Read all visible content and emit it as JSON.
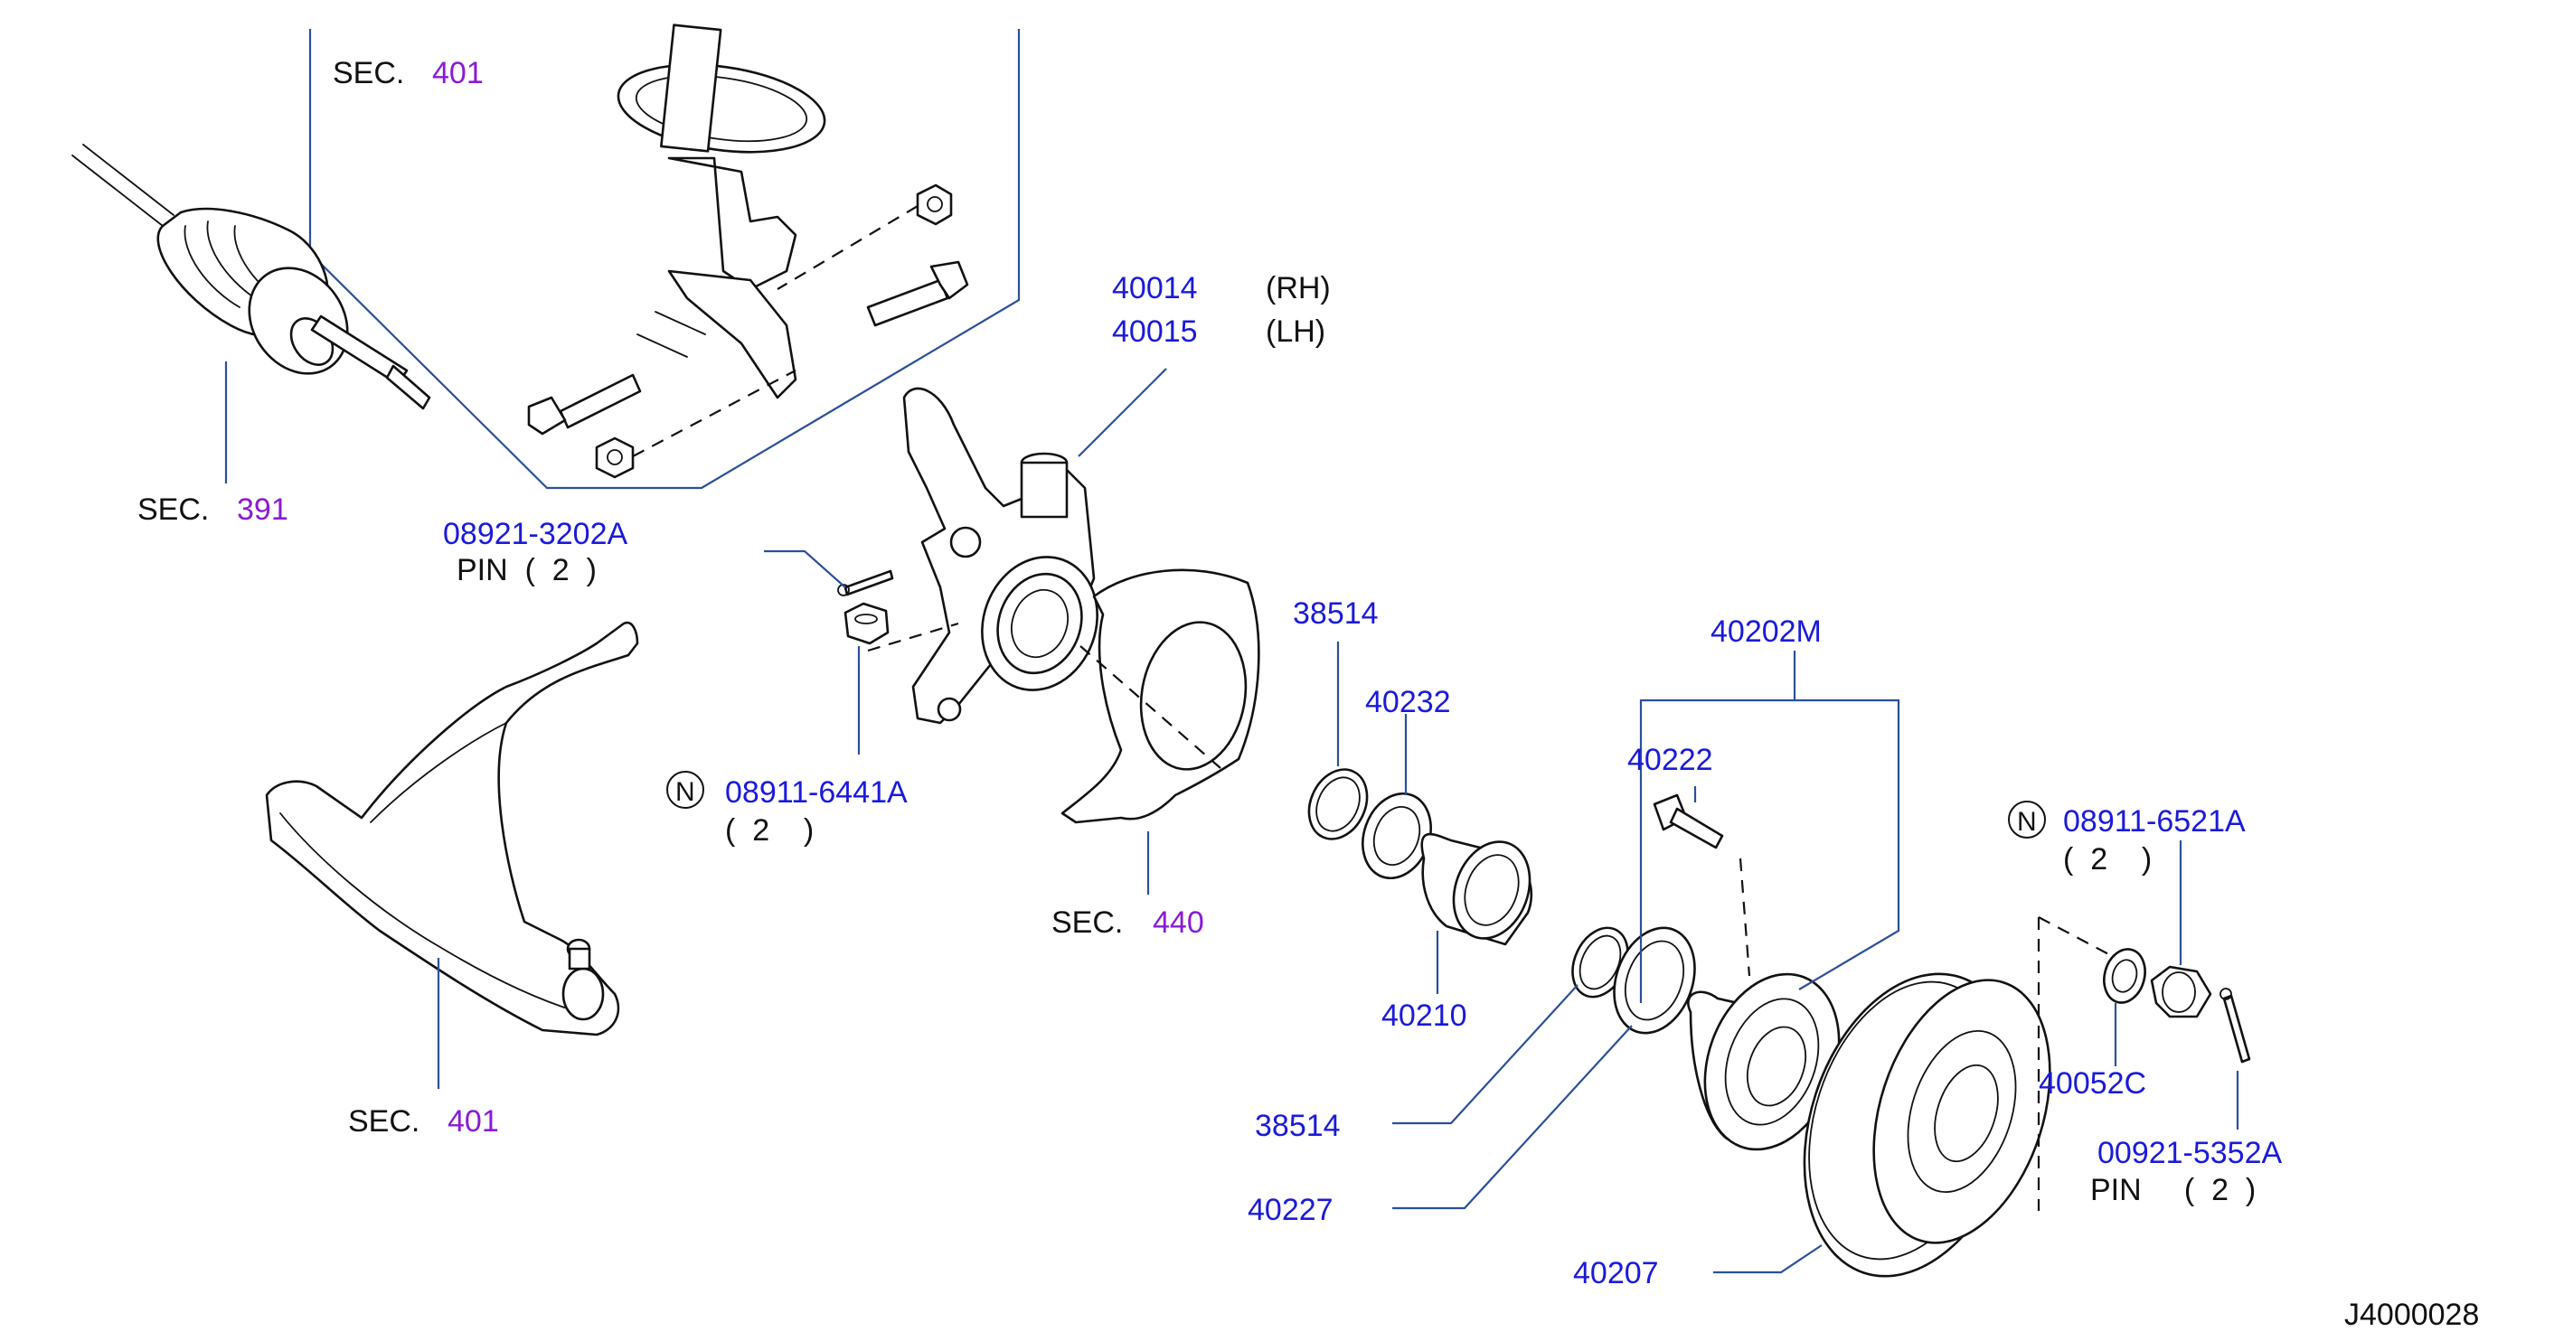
{
  "labels": {
    "sec_401_top_word": "SEC.",
    "sec_401_top_num": "401",
    "sec_391_word": "SEC.",
    "sec_391_num": "391",
    "sec_440_word": "SEC.",
    "sec_440_num": "440",
    "sec_401_bottom_word": "SEC.",
    "sec_401_bottom_num": "401",
    "p40014": "40014",
    "p40014_side": "(RH)",
    "p40015": "40015",
    "p40015_side": "(LH)",
    "p08921_3202A": "08921-3202A",
    "p08921_3202A_desc": "PIN  (  2  )",
    "p08911_6441A_n": "N",
    "p08911_6441A": "08911-6441A",
    "p08911_6441A_qty": "(  2    )",
    "p38514_top": "38514",
    "p40232": "40232",
    "p40210": "40210",
    "p40202M": "40202M",
    "p40222": "40222",
    "p08911_6521A_n": "N",
    "p08911_6521A": "08911-6521A",
    "p08911_6521A_qty": "(  2    )",
    "p40052C": "40052C",
    "p00921_5352A": "00921-5352A",
    "p00921_5352A_desc": "PIN     (  2  )",
    "p38514_bottom": "38514",
    "p40227": "40227",
    "p40207": "40207",
    "diagram_id": "J4000028"
  },
  "colors": {
    "part_number": "#1a1adb",
    "section_number": "#8a1ad6",
    "leader_line": "#2b4f9a",
    "drawing": "#111111"
  }
}
